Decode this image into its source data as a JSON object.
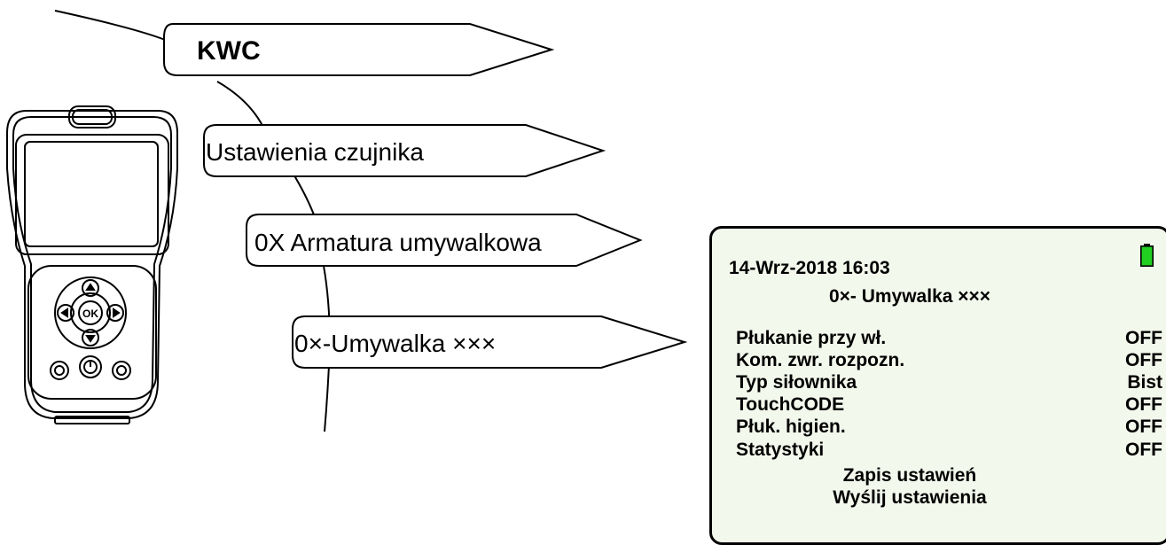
{
  "menu_path": [
    {
      "label": "KWC"
    },
    {
      "label": "Ustawienia czujnika"
    },
    {
      "label": "0X Armatura umywalkowa"
    },
    {
      "label": "0×-Umywalka ×××"
    }
  ],
  "device_icons": {
    "nav_button": "ok-button-icon",
    "power_button": "power-icon"
  },
  "display": {
    "datetime": "14-Wrz-2018 16:03",
    "battery_color": "#22d022",
    "title": "0×- Umywalka ×××",
    "settings": [
      {
        "label": "Płukanie przy wł.",
        "value": "OFF"
      },
      {
        "label": "Kom. zwr. rozpozn.",
        "value": "OFF"
      },
      {
        "label": "Typ siłownika",
        "value": "Bist"
      },
      {
        "label": "TouchCODE",
        "value": "OFF"
      },
      {
        "label": "Płuk. higien.",
        "value": "OFF"
      },
      {
        "label": "Statystyki",
        "value": "OFF"
      }
    ],
    "actions": [
      {
        "label": "Zapis ustawień"
      },
      {
        "label": "Wyślij ustawienia"
      }
    ]
  }
}
